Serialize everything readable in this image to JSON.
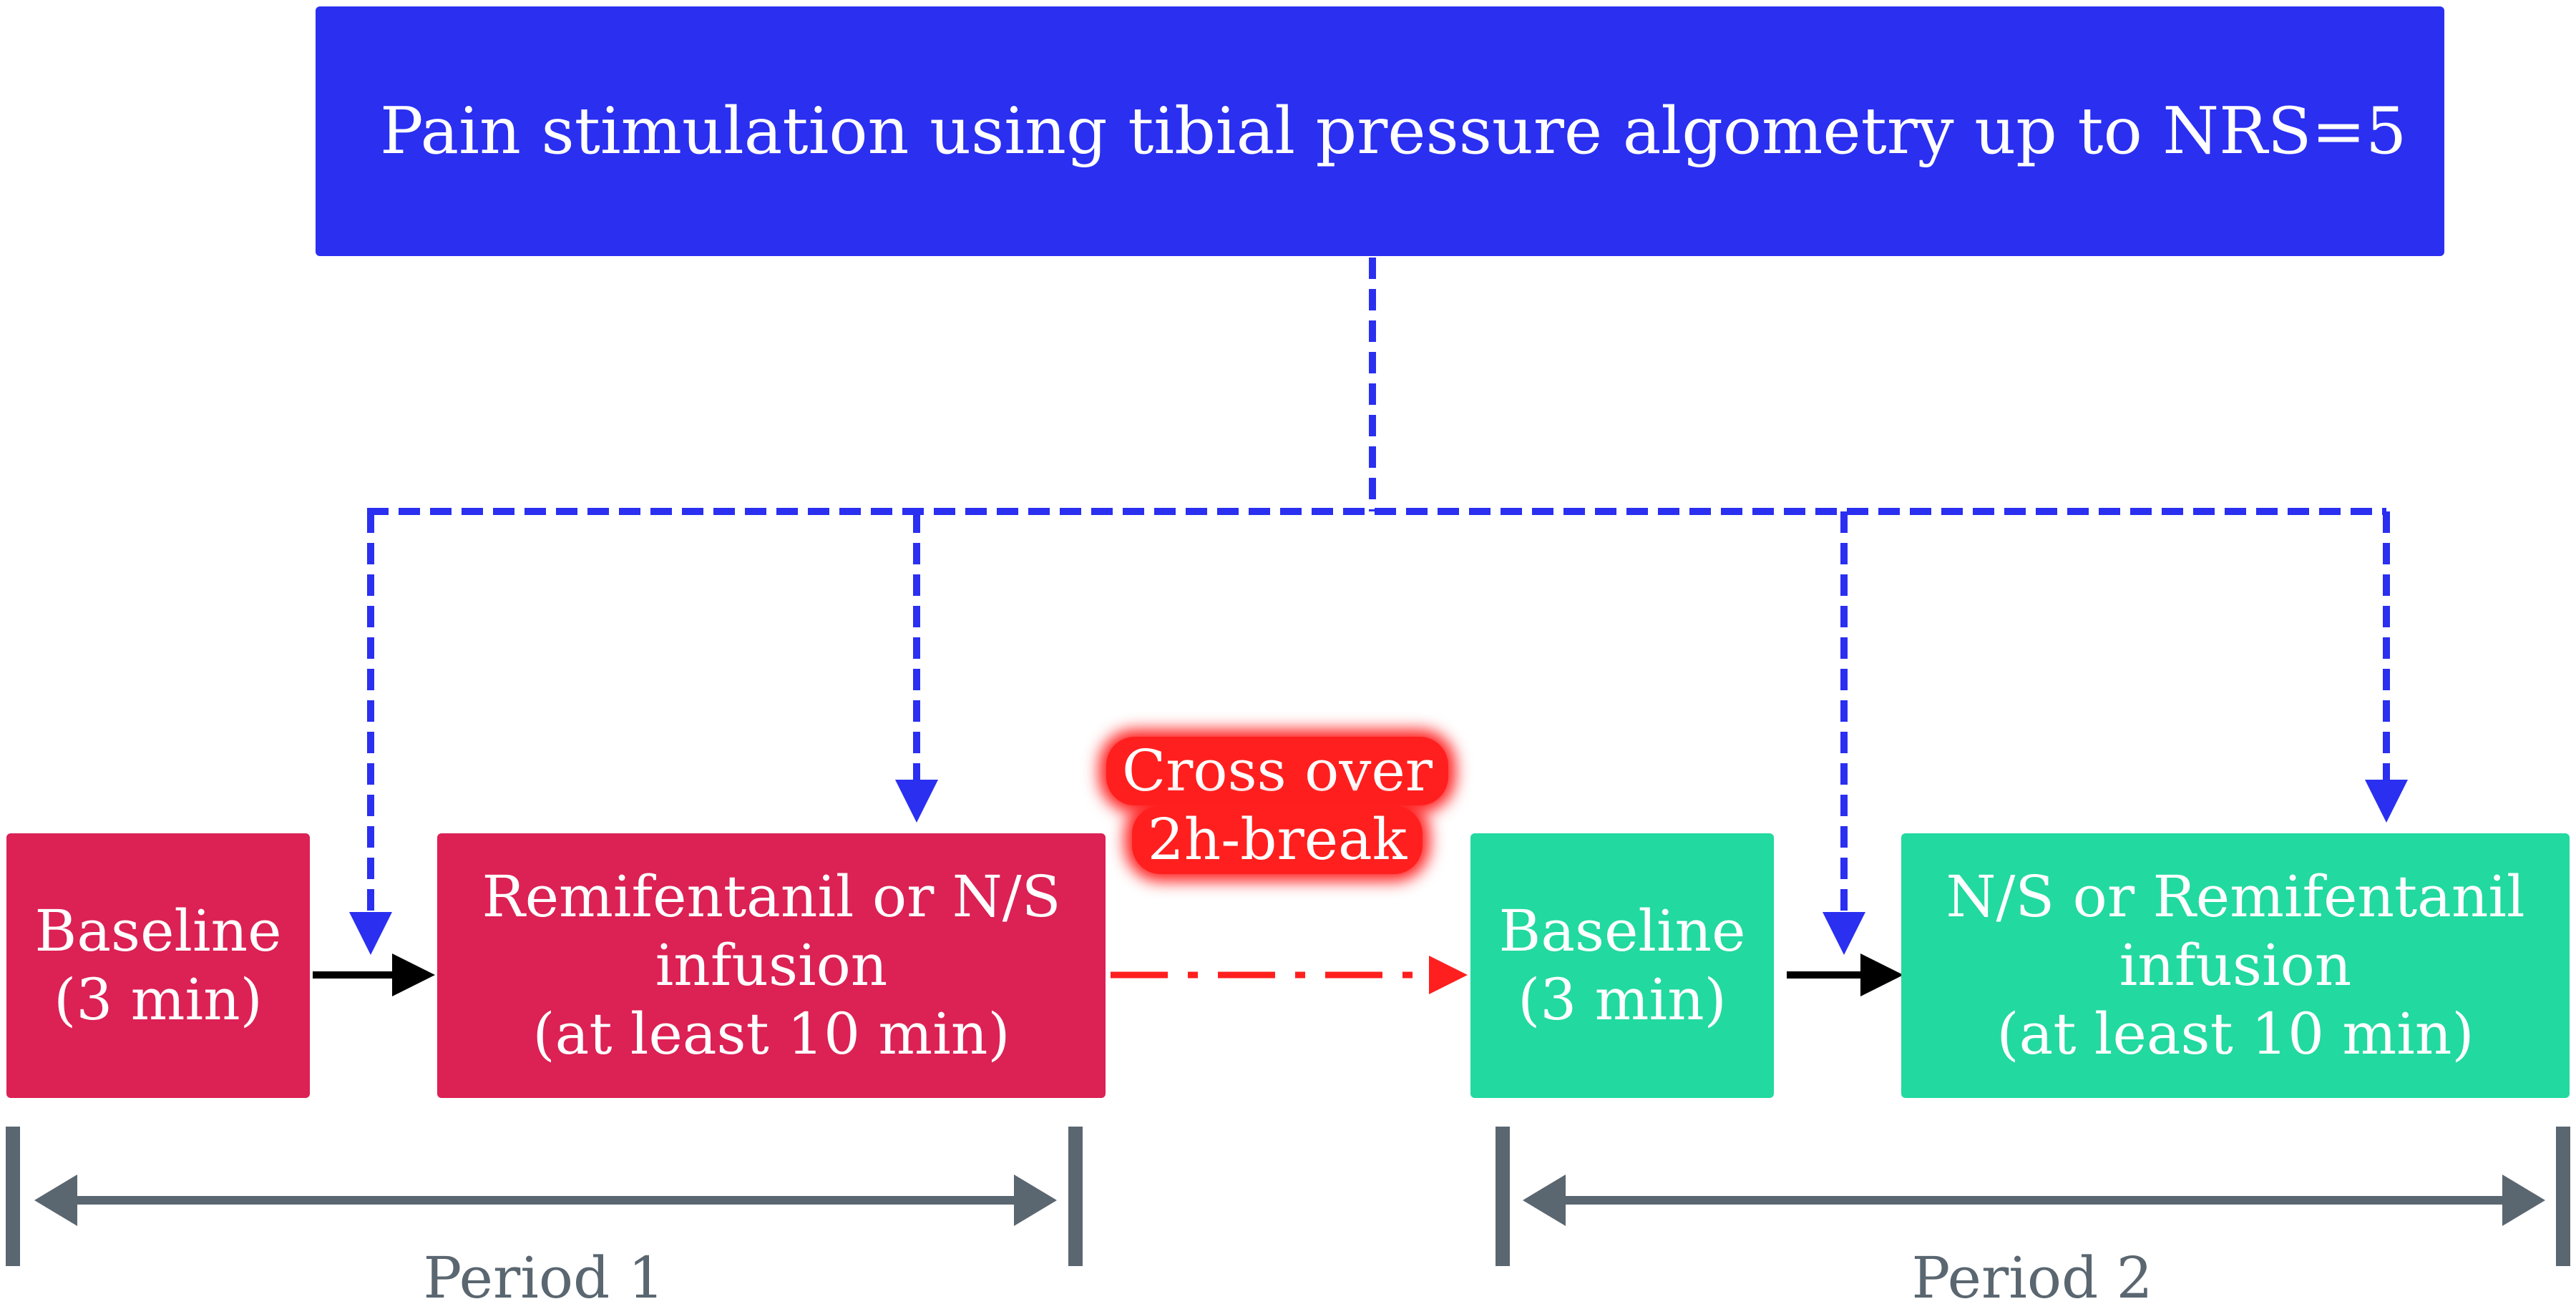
{
  "top": {
    "label": "Pain stimulation using tibial pressure algometry up to NRS=5"
  },
  "period1": {
    "baseline": {
      "line1": "Baseline",
      "line2": "(3 min)"
    },
    "infusion": {
      "line1": "Remifentanil or N/S",
      "line2": "infusion",
      "line3": "(at least 10 min)"
    },
    "label": "Period 1"
  },
  "crossover": {
    "line1": "Cross over",
    "line2": "2h-break"
  },
  "period2": {
    "baseline": {
      "line1": "Baseline",
      "line2": "(3 min)"
    },
    "infusion": {
      "line1": "N/S or Remifentanil",
      "line2": "infusion",
      "line3": "(at least 10 min)"
    },
    "label": "Period 2"
  },
  "colors": {
    "stimulation": "#2a2ff0",
    "period1": "#dc2154",
    "period2": "#22d9a0",
    "crossover": "#ff1f1f",
    "span": "#5a6670"
  }
}
